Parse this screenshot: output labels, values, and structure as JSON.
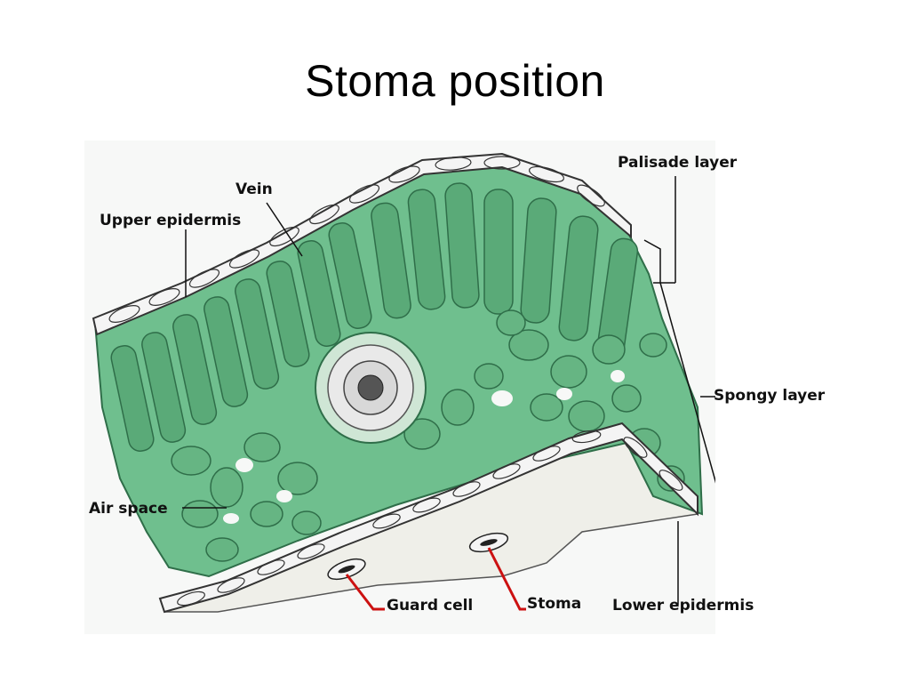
{
  "slide": {
    "title": "Stoma position"
  },
  "diagram": {
    "colors": {
      "mesophyll": "#6fbf8e",
      "mesophyll_dark": "#2f6e49",
      "epidermis": "#f4f4f4",
      "pointer_red": "#cc1111"
    },
    "labels": {
      "palisade_layer": "Palisade layer",
      "vein": "Vein",
      "upper_epidermis": "Upper epidermis",
      "spongy_layer": "Spongy layer",
      "air_space": "Air space",
      "guard_cell": "Guard cell",
      "stoma": "Stoma",
      "lower_epidermis": "Lower epidermis"
    }
  }
}
